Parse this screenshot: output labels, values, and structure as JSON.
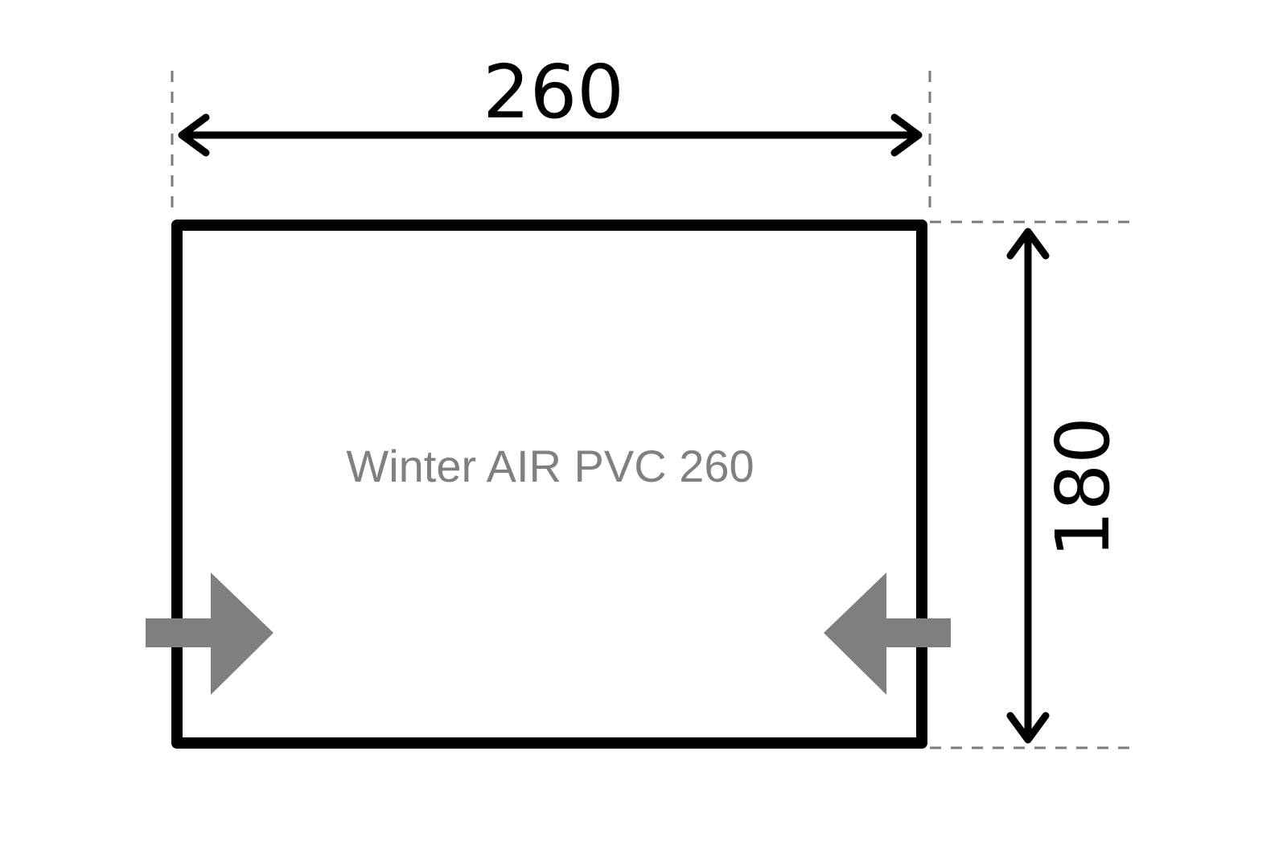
{
  "diagram": {
    "width_label": "260",
    "height_label": "180",
    "product_name": "Winter AIR PVC 260"
  },
  "colors": {
    "outline": "#000000",
    "guide": "#7a7a7a",
    "entry_arrow": "#7f7f7f",
    "product_text": "#808080"
  },
  "icons": {
    "left_entry": "arrow-right-icon",
    "right_entry": "arrow-left-icon"
  }
}
